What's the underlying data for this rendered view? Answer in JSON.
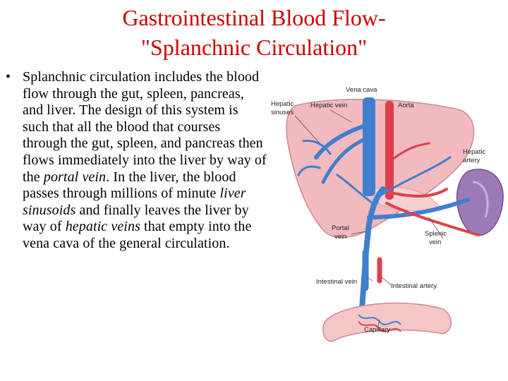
{
  "title": {
    "line1": "Gastrointestinal Blood Flow-",
    "line2": "\"Splanchnic Circulation\""
  },
  "bullet": {
    "marker": "•",
    "segments": [
      {
        "text": "Splanchnic circulation includes the blood flow through the gut, spleen, pancreas, and liver. The design of this system is such that all the blood that courses through the gut, spleen, and pancreas then flows immediately into the liver by way of the ",
        "italic": false
      },
      {
        "text": "portal vein",
        "italic": true
      },
      {
        "text": ". In the liver, the blood passes through millions of minute ",
        "italic": false
      },
      {
        "text": "liver sinusoids",
        "italic": true
      },
      {
        "text": " and finally leaves the liver by way of ",
        "italic": false
      },
      {
        "text": "hepatic veins",
        "italic": true
      },
      {
        "text": " that empty into the vena cava of the general circulation.",
        "italic": false
      }
    ]
  },
  "diagram_labels": {
    "vena_cava": "Vena cava",
    "hepatic_sinuses_1": "Hepatic",
    "hepatic_sinuses_2": "sinuses",
    "hepatic_vein": "Hepatic vein",
    "aorta": "Aorta",
    "hepatic_artery_1": "Hepatic",
    "hepatic_artery_2": "artery",
    "portal_vein_1": "Portal",
    "portal_vein_2": "vein",
    "splenic_vein_1": "Splenic",
    "splenic_vein_2": "vein",
    "intestinal_vein": "Intestinal vein",
    "intestinal_artery": "Intestinal artery",
    "capillary": "Capillary"
  },
  "colors": {
    "title": "#cc0000",
    "liver": "#f2b9bf",
    "vein": "#3f7fd0",
    "artery": "#e0404a",
    "spleen": "#9c7ab8"
  }
}
